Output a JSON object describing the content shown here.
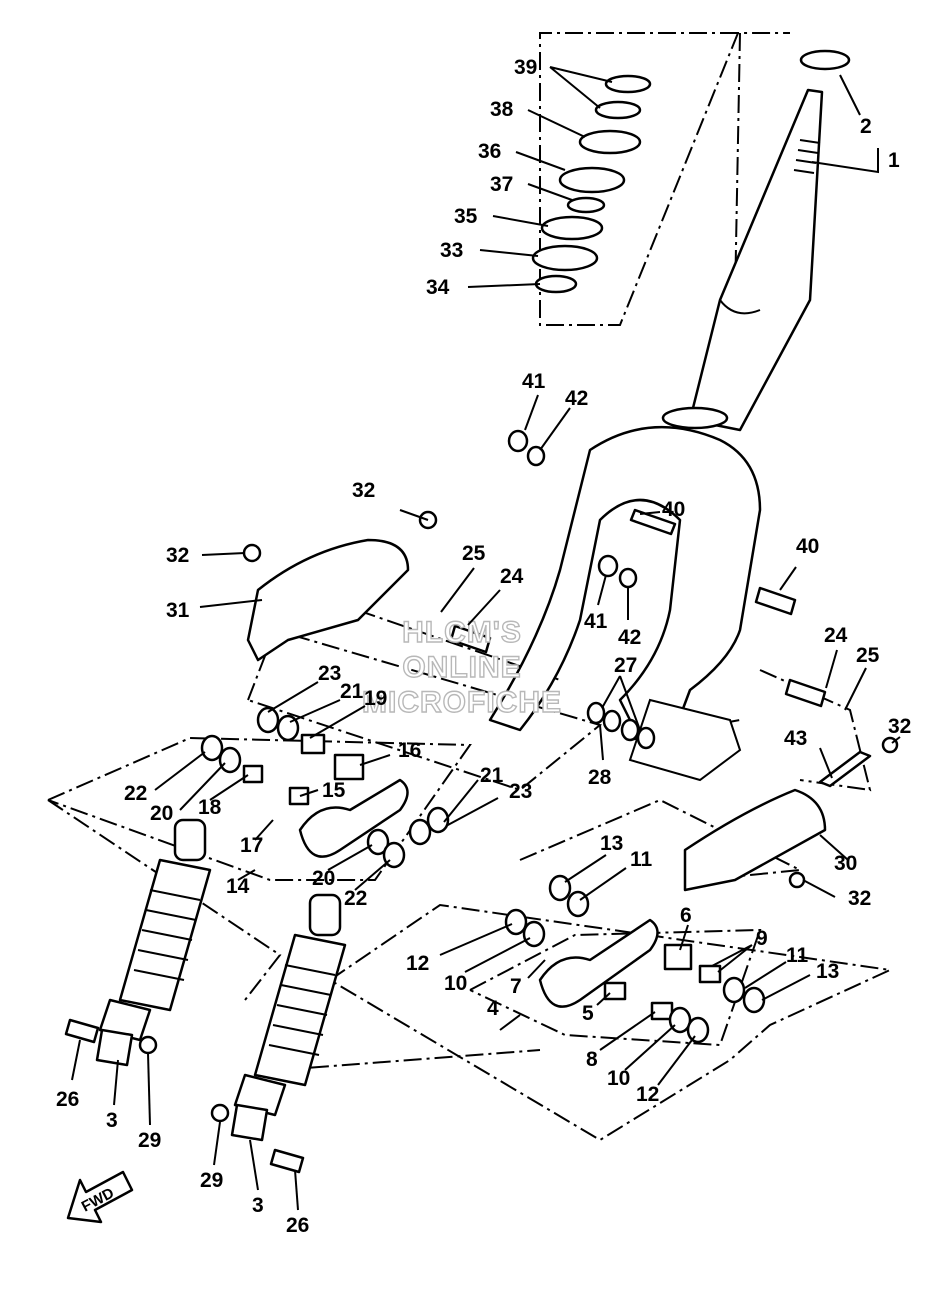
{
  "watermark": {
    "line1": "HLCM'S",
    "line2": "ONLINE",
    "line3": "MICROFICHE"
  },
  "direction_label": "FWD",
  "callouts": [
    {
      "id": "c1",
      "text": "1"
    },
    {
      "id": "c2",
      "text": "2"
    },
    {
      "id": "c3a",
      "text": "3"
    },
    {
      "id": "c3b",
      "text": "3"
    },
    {
      "id": "c4",
      "text": "4"
    },
    {
      "id": "c5",
      "text": "5"
    },
    {
      "id": "c6",
      "text": "6"
    },
    {
      "id": "c7",
      "text": "7"
    },
    {
      "id": "c8",
      "text": "8"
    },
    {
      "id": "c9",
      "text": "9"
    },
    {
      "id": "c10a",
      "text": "10"
    },
    {
      "id": "c10b",
      "text": "10"
    },
    {
      "id": "c11a",
      "text": "11"
    },
    {
      "id": "c11b",
      "text": "11"
    },
    {
      "id": "c12a",
      "text": "12"
    },
    {
      "id": "c12b",
      "text": "12"
    },
    {
      "id": "c13a",
      "text": "13"
    },
    {
      "id": "c13b",
      "text": "13"
    },
    {
      "id": "c14",
      "text": "14"
    },
    {
      "id": "c15",
      "text": "15"
    },
    {
      "id": "c16",
      "text": "16"
    },
    {
      "id": "c17",
      "text": "17"
    },
    {
      "id": "c18",
      "text": "18"
    },
    {
      "id": "c19",
      "text": "19"
    },
    {
      "id": "c20a",
      "text": "20"
    },
    {
      "id": "c20b",
      "text": "20"
    },
    {
      "id": "c21a",
      "text": "21"
    },
    {
      "id": "c21b",
      "text": "21"
    },
    {
      "id": "c22a",
      "text": "22"
    },
    {
      "id": "c22b",
      "text": "22"
    },
    {
      "id": "c23a",
      "text": "23"
    },
    {
      "id": "c23b",
      "text": "23"
    },
    {
      "id": "c24a",
      "text": "24"
    },
    {
      "id": "c24b",
      "text": "24"
    },
    {
      "id": "c25a",
      "text": "25"
    },
    {
      "id": "c25b",
      "text": "25"
    },
    {
      "id": "c26a",
      "text": "26"
    },
    {
      "id": "c26b",
      "text": "26"
    },
    {
      "id": "c27",
      "text": "27"
    },
    {
      "id": "c28",
      "text": "28"
    },
    {
      "id": "c29a",
      "text": "29"
    },
    {
      "id": "c29b",
      "text": "29"
    },
    {
      "id": "c30",
      "text": "30"
    },
    {
      "id": "c31",
      "text": "31"
    },
    {
      "id": "c32a",
      "text": "32"
    },
    {
      "id": "c32b",
      "text": "32"
    },
    {
      "id": "c32c",
      "text": "32"
    },
    {
      "id": "c32d",
      "text": "32"
    },
    {
      "id": "c33",
      "text": "33"
    },
    {
      "id": "c34",
      "text": "34"
    },
    {
      "id": "c35",
      "text": "35"
    },
    {
      "id": "c36",
      "text": "36"
    },
    {
      "id": "c37",
      "text": "37"
    },
    {
      "id": "c38",
      "text": "38"
    },
    {
      "id": "c39",
      "text": "39"
    },
    {
      "id": "c40a",
      "text": "40"
    },
    {
      "id": "c40b",
      "text": "40"
    },
    {
      "id": "c41a",
      "text": "41"
    },
    {
      "id": "c41b",
      "text": "41"
    },
    {
      "id": "c42a",
      "text": "42"
    },
    {
      "id": "c42b",
      "text": "42"
    },
    {
      "id": "c43",
      "text": "43"
    }
  ]
}
